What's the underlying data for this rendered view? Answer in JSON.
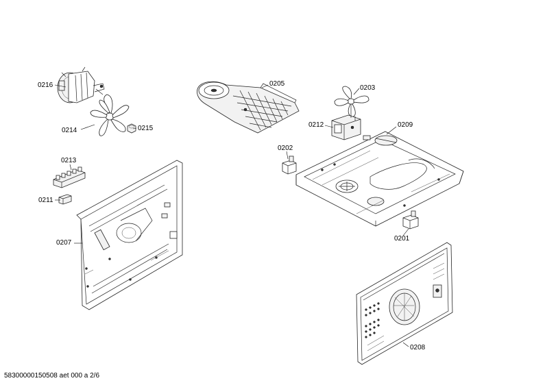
{
  "parts": {
    "p0216": "0216",
    "p0214": "0214",
    "p0215": "0215",
    "p0205": "0205",
    "p0203": "0203",
    "p0212": "0212",
    "p0209": "0209",
    "p0202": "0202",
    "p0213": "0213",
    "p0211": "0211",
    "p0207": "0207",
    "p0201": "0201",
    "p0208": "0208"
  },
  "footer": {
    "doc_id": "58300000150508 aet 000 a 2/6"
  }
}
